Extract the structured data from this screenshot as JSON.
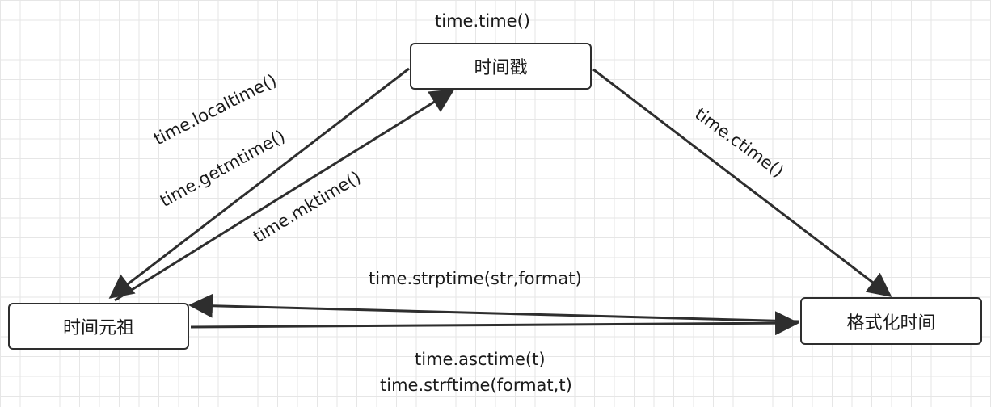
{
  "nodes": {
    "timestamp": "时间戳",
    "struct_time": "时间元祖",
    "formatted": "格式化时间"
  },
  "edges": {
    "get_timestamp": "time.time()",
    "localtime": "time.localtime()",
    "gmtime": "time.getmtime()",
    "mktime": "time.mktime()",
    "ctime": "time.ctime()",
    "strptime": "time.strptime(str,format)",
    "asctime": "time.asctime(t)",
    "strftime": "time.strftime(format,t)"
  },
  "colors": {
    "line": "#2e2e2e",
    "grid": "#e6e6e6"
  }
}
